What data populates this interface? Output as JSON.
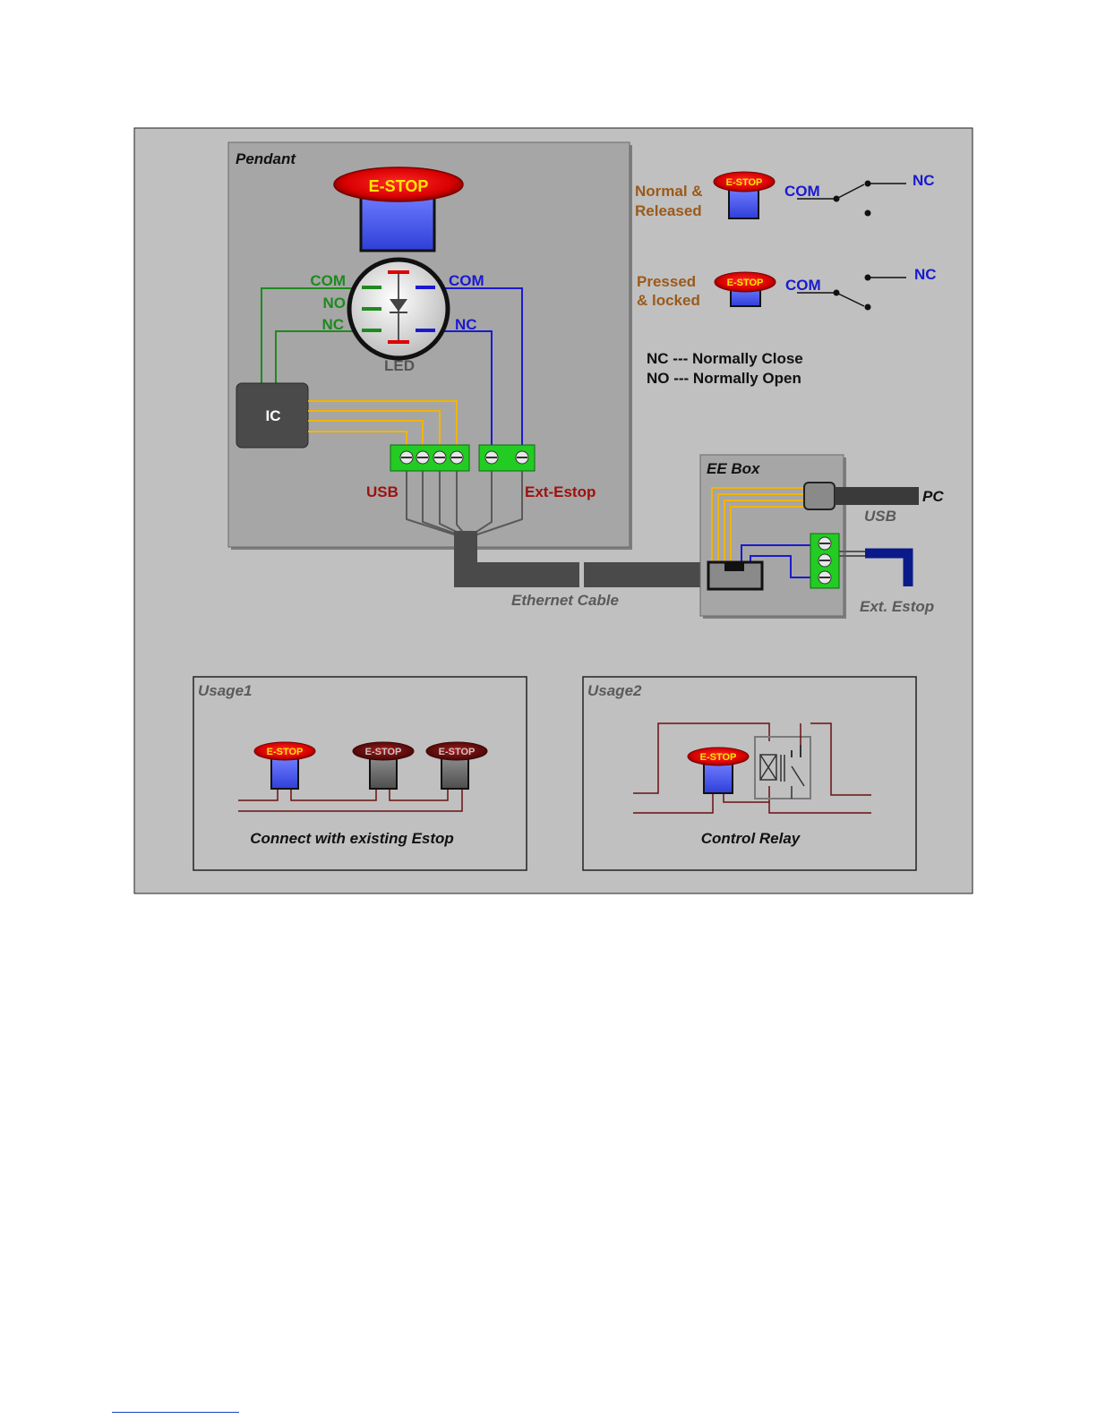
{
  "pendant": {
    "title": "Pendant",
    "button_label": "E-STOP",
    "left_com": "COM",
    "left_no": "NO",
    "left_nc": "NC",
    "right_com": "COM",
    "right_nc": "NC",
    "led_label": "LED",
    "ic_label": "IC",
    "usb_label": "USB",
    "ext_estop_label": "Ext-Estop"
  },
  "legend": {
    "normal_line1": "Normal &",
    "normal_line2": "Released",
    "pressed_line1": "Pressed",
    "pressed_line2": "& locked",
    "mini_button_label": "E-STOP",
    "com_label": "COM",
    "nc_label": "NC",
    "def_nc": "NC --- Normally Close",
    "def_no": "NO --- Normally Open"
  },
  "cable": {
    "label": "Ethernet Cable"
  },
  "ee_box": {
    "title": "EE Box",
    "pc_label": "PC",
    "usb_label": "USB",
    "ext_estop_label": "Ext. Estop"
  },
  "usage1": {
    "title": "Usage1",
    "button_label": "E-STOP",
    "caption": "Connect with existing Estop"
  },
  "usage2": {
    "title": "Usage2",
    "button_label": "E-STOP",
    "caption": "Control Relay"
  },
  "colors": {
    "panel_bg": "#c0c0c0",
    "box_bg": "#a6a6a6",
    "green_wire": "#1e8a1e",
    "blue_wire": "#1a1ad0",
    "yellow_wire": "#f2b400",
    "orange_text": "#9b5a1a",
    "red_text": "#a01010",
    "estop_red": "#e00000",
    "estop_yellow": "#ffe600",
    "button_blue": "#4a5cf0",
    "terminal_green": "#22cc22",
    "relay_wire": "#6a1010"
  }
}
